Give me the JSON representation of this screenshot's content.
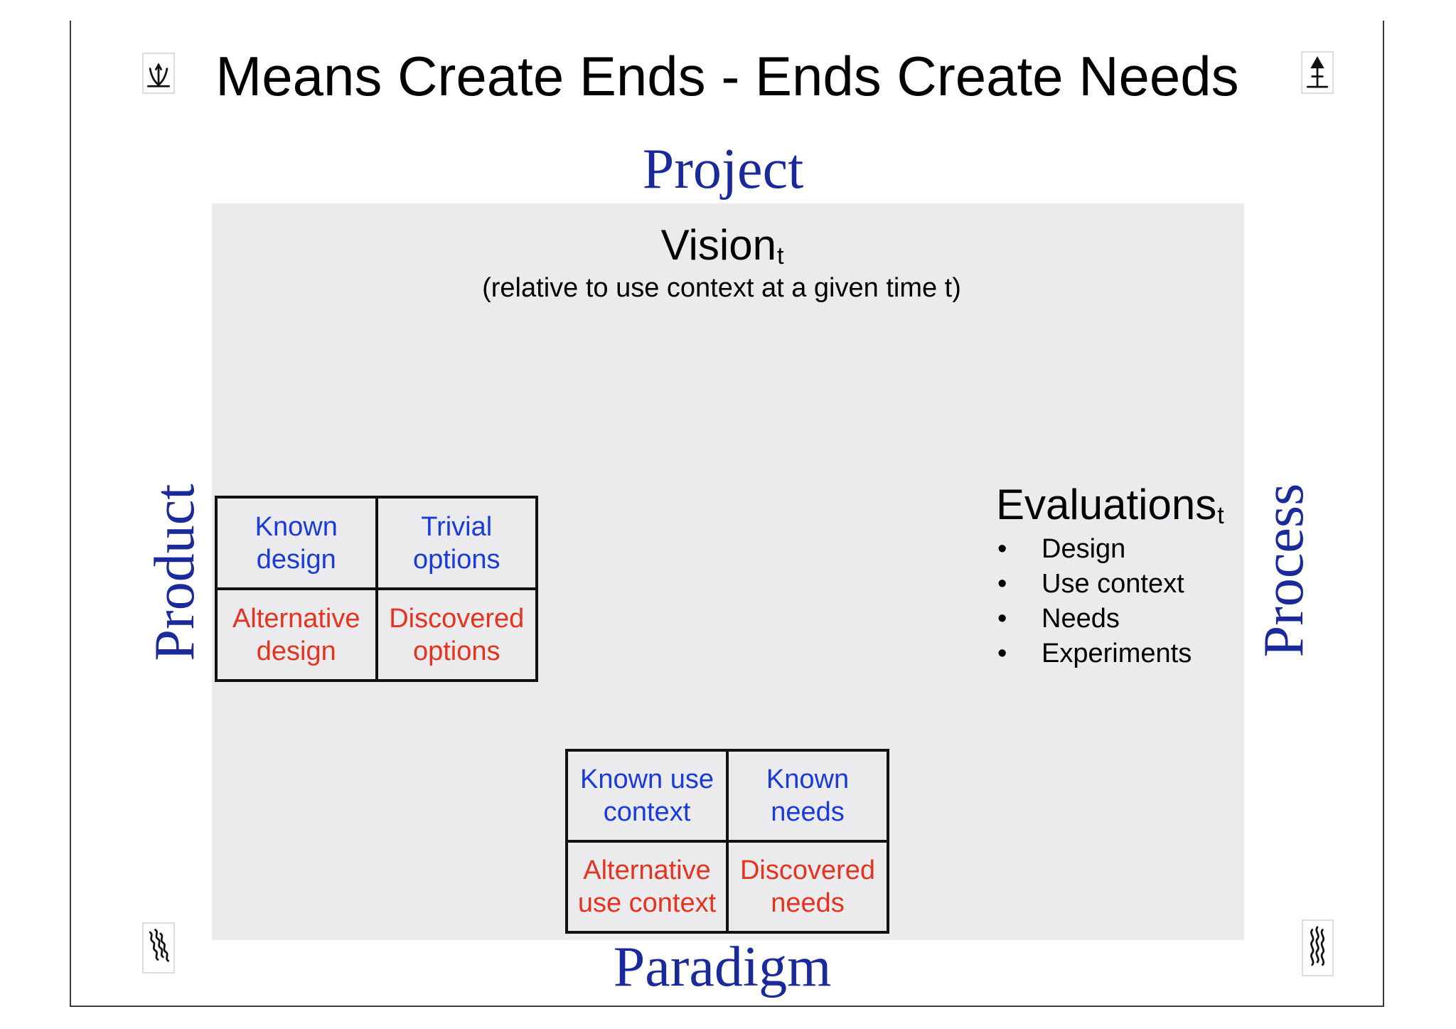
{
  "slide": {
    "title": "Means Create Ends - Ends Create Needs",
    "corner_icons": {
      "top_left": "sprout-icon",
      "top_right": "this-way-up-icon",
      "bottom_left": "wavy-lines-icon",
      "bottom_right": "steam-icon"
    }
  },
  "diagram": {
    "top_label": "Project",
    "left_label": "Product",
    "right_label": "Process",
    "bottom_label": "Paradigm",
    "vision": {
      "label": "Vision",
      "subscript": "t",
      "caption": "(relative to use context at a given time t)"
    },
    "evaluations": {
      "label": "Evaluations",
      "subscript": "t",
      "items": [
        "Design",
        "Use context",
        "Needs",
        "Experiments"
      ]
    },
    "product_grid": [
      {
        "line1": "Known",
        "line2": "design",
        "color": "#1a3bd8"
      },
      {
        "line1": "Trivial",
        "line2": "options",
        "color": "#1a3bd8"
      },
      {
        "line1": "Alternative",
        "line2": "design",
        "color": "#e5331f"
      },
      {
        "line1": "Discovered",
        "line2": "options",
        "color": "#e5331f"
      }
    ],
    "paradigm_grid": [
      {
        "line1": "Known use",
        "line2": "context",
        "color": "#1a3bd8"
      },
      {
        "line1": "Known",
        "line2": "needs",
        "color": "#1a3bd8"
      },
      {
        "line1": "Alternative",
        "line2": "use context",
        "color": "#e5331f"
      },
      {
        "line1": "Discovered",
        "line2": "needs",
        "color": "#e5331f"
      }
    ]
  },
  "colors": {
    "axis_labels": "#1b2a9a",
    "panel": "#ebebed",
    "grid_border": "#111111"
  }
}
